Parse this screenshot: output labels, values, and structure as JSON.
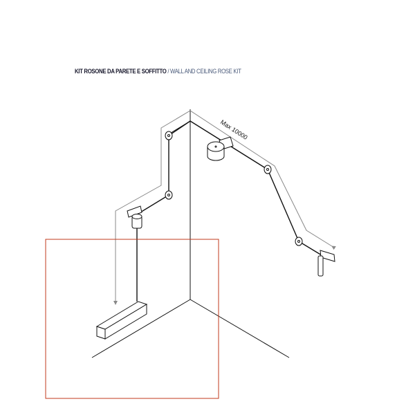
{
  "title": {
    "italian": "KIT ROSONE DA PARETE E SOFFITTO",
    "separator": " / ",
    "english": "WALL AND CEILING ROSE KIT"
  },
  "dimension_label": "Max 10000",
  "colors": {
    "title_it": "#1a1a2e",
    "title_en": "#4a5a7a",
    "frame": "#c0391b",
    "guide": "#888888",
    "line": "#111111"
  }
}
